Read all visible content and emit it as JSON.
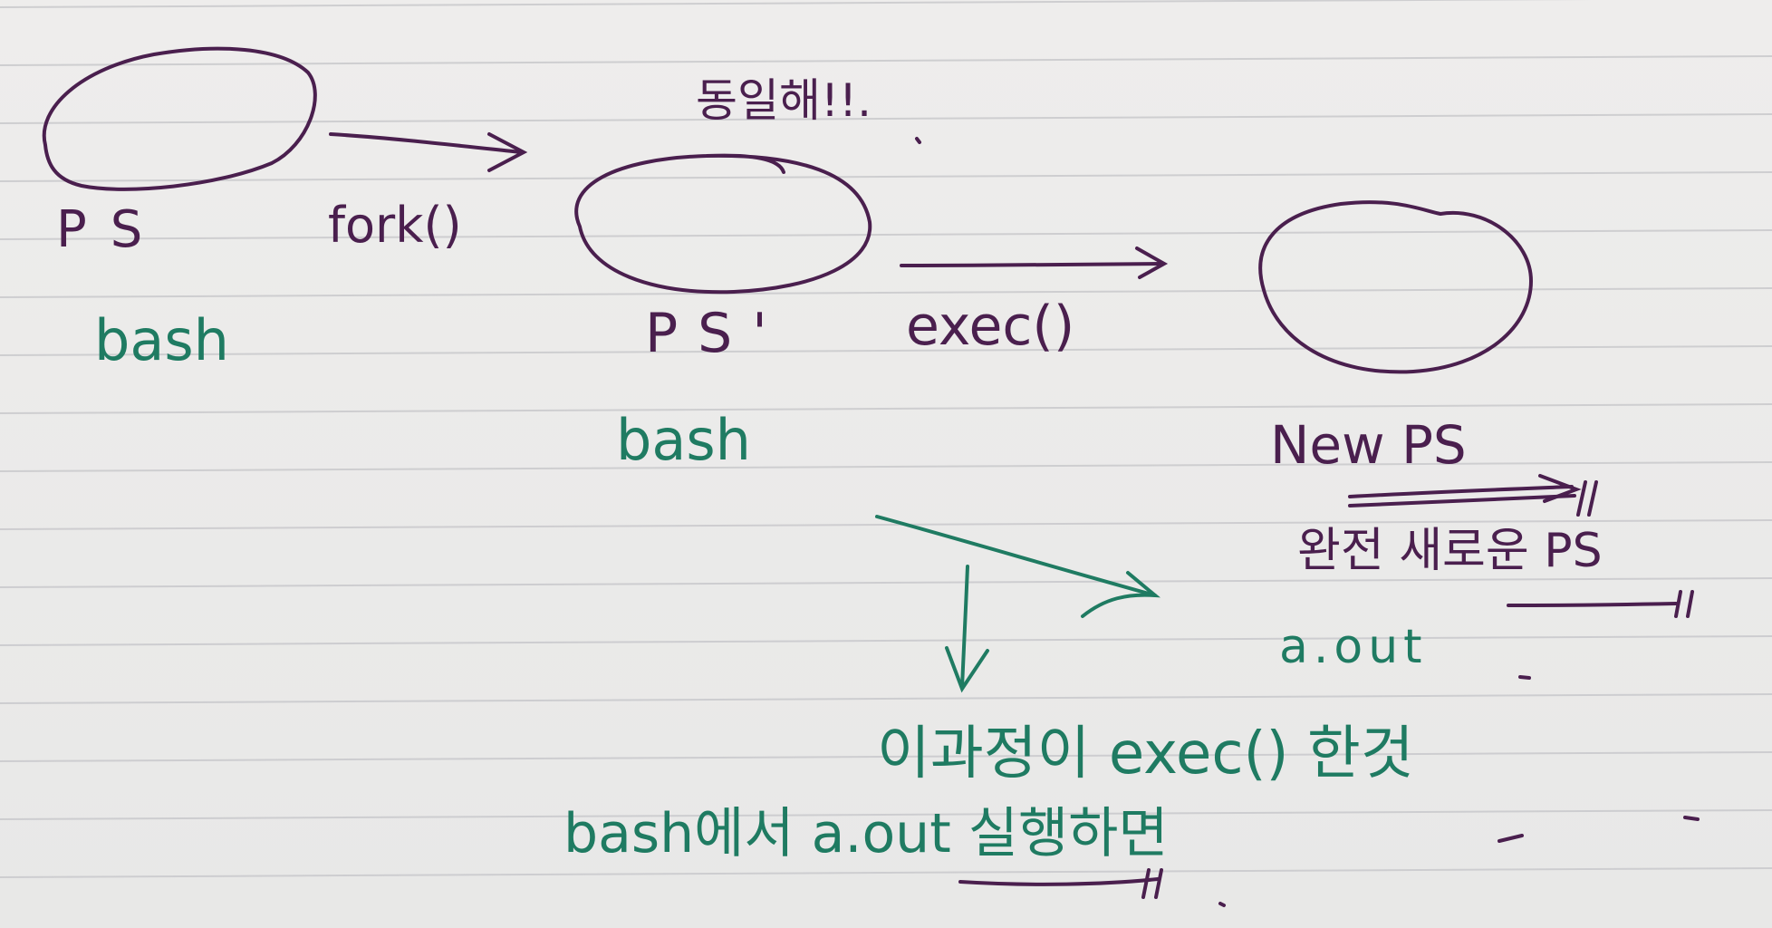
{
  "colors": {
    "paper": "#ecebea",
    "rule_line": "#c9c9cc",
    "purple_ink": "#4a1f4e",
    "green_ink": "#1f7b62"
  },
  "nodes": {
    "ps": {
      "label": "PS",
      "sublabel": "bash"
    },
    "ps_prime": {
      "label": "PS'",
      "sublabel": "bash",
      "note": "동일해!!."
    },
    "new_ps": {
      "label": "New PS",
      "note": "완전 새로운 PS",
      "sublabel": "a.out"
    }
  },
  "edges": {
    "fork": "fork()",
    "exec": "exec()"
  },
  "explanation": {
    "line1": "이과정이 exec() 한것",
    "line2": "bash에서 a.out 실행하면"
  }
}
